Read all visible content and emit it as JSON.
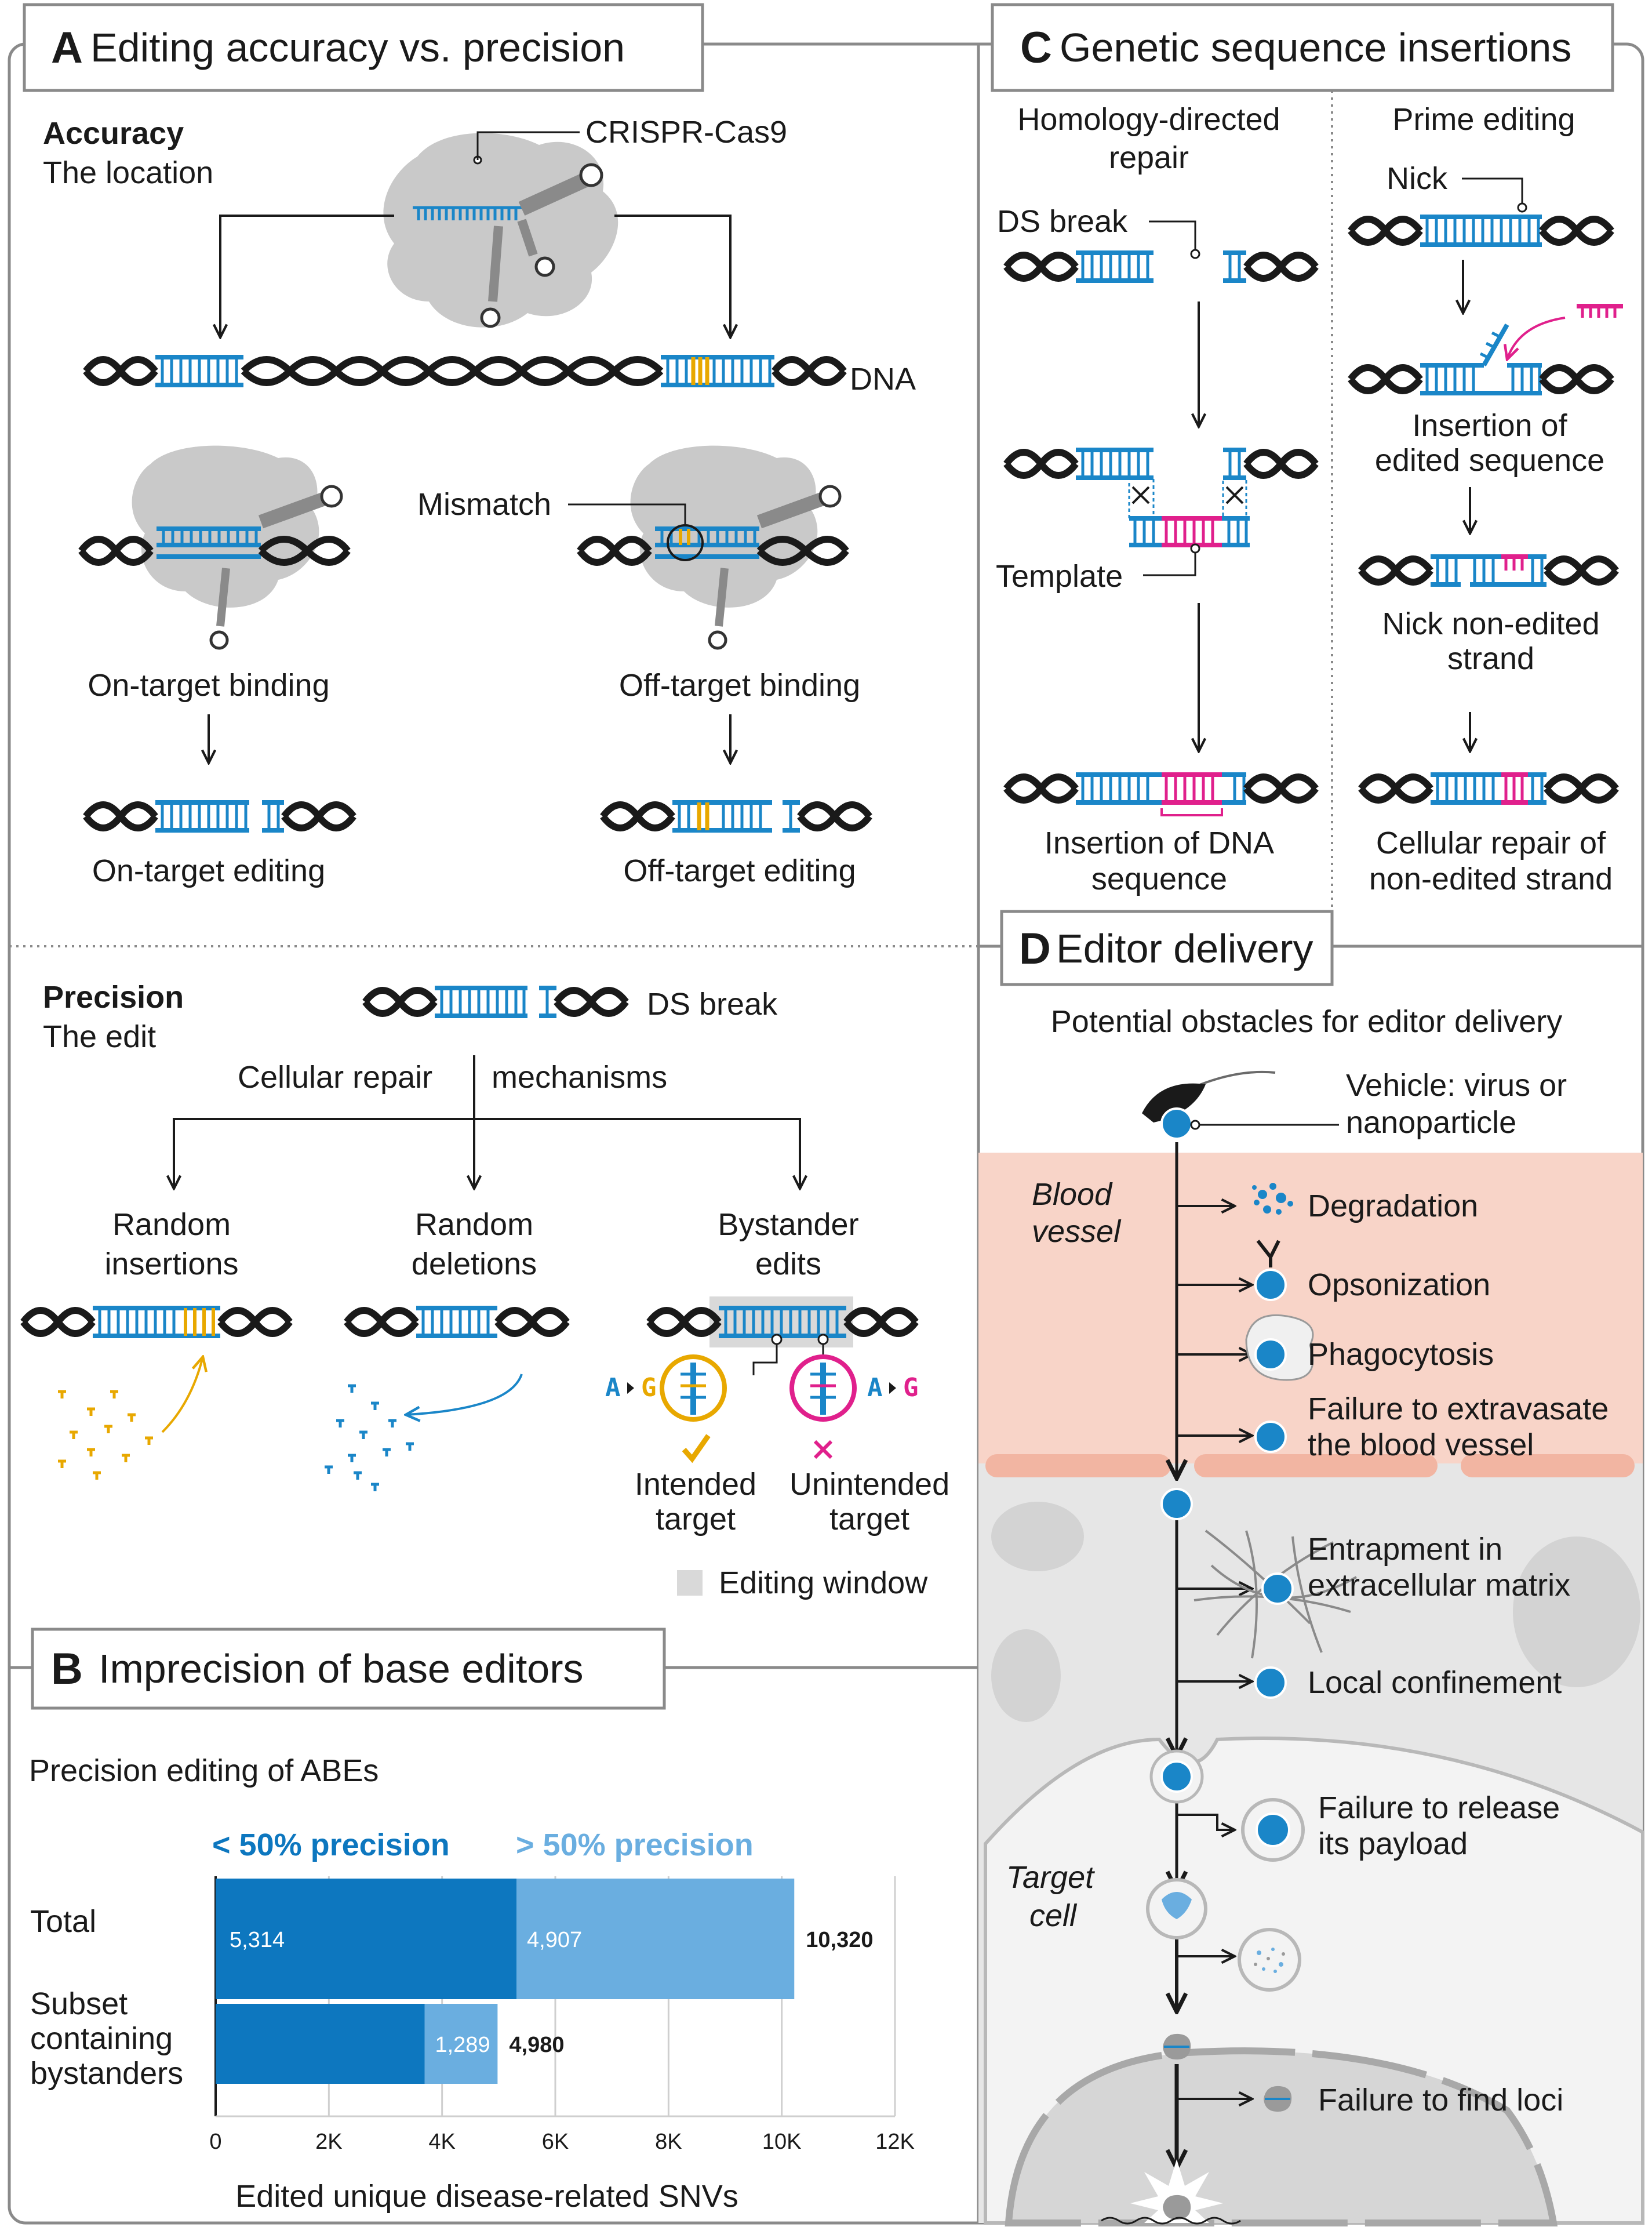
{
  "colors": {
    "blue": "#1a86c8",
    "dark_blue": "#0d77bf",
    "light_blue": "#6aaee0",
    "yellow": "#e8a800",
    "magenta": "#e0208c",
    "grey_protein": "#c9c9c9",
    "blood_bg": "#f8d4c8",
    "tissue_bg": "#e6e6e6",
    "editing_window": "#d9d9d9"
  },
  "panelA": {
    "letter": "A",
    "title": "Editing accuracy vs. precision",
    "accuracy_title": "Accuracy",
    "accuracy_sub": "The location",
    "cas9_label": "CRISPR-Cas9",
    "dna_label": "DNA",
    "mismatch_label": "Mismatch",
    "on_target_binding": "On-target binding",
    "off_target_binding": "Off-target binding",
    "on_target_editing": "On-target editing",
    "off_target_editing": "Off-target editing",
    "precision_title": "Precision",
    "precision_sub": "The edit",
    "ds_break": "DS break",
    "repair_left": "Cellular repair",
    "repair_right": "mechanisms",
    "rand_ins_1": "Random",
    "rand_ins_2": "insertions",
    "rand_del_1": "Random",
    "rand_del_2": "deletions",
    "bystander_1": "Bystander",
    "bystander_2": "edits",
    "base_a": "A",
    "base_g": "G",
    "intended_1": "Intended",
    "intended_2": "target",
    "unintended_1": "Unintended",
    "unintended_2": "target",
    "editing_window": "Editing window"
  },
  "panelB": {
    "letter": "B",
    "title": "Imprecision of base editors",
    "subtitle": "Precision editing of ABEs",
    "legend_low": "< 50% precision",
    "legend_high": "> 50% precision",
    "x_label": "Edited unique disease-related SNVs"
  },
  "chart_data": {
    "type": "bar",
    "orientation": "horizontal",
    "stacked": true,
    "categories": [
      "Total",
      "Subset containing bystanders"
    ],
    "series": [
      {
        "name": "< 50% precision",
        "values": [
          5314,
          3691
        ],
        "color": "#0d77bf"
      },
      {
        "name": "> 50% precision",
        "values": [
          4907,
          1289
        ],
        "color": "#6aaee0"
      }
    ],
    "category_lines": [
      [
        "Total"
      ],
      [
        "Subset",
        "containing",
        "bystanders"
      ]
    ],
    "segment_labels": [
      [
        "5,314",
        "4,907"
      ],
      [
        "",
        "1,289"
      ]
    ],
    "totals": [
      10320,
      4980
    ],
    "total_labels": [
      "10,320",
      "4,980"
    ],
    "xlim": [
      0,
      12000
    ],
    "xticks": [
      0,
      2000,
      4000,
      6000,
      8000,
      10000,
      12000
    ],
    "xtick_labels": [
      "0",
      "2K",
      "4K",
      "6K",
      "8K",
      "10K",
      "12K"
    ],
    "xlabel": "Edited unique disease-related SNVs",
    "grid": true,
    "legend": "top"
  },
  "panelC": {
    "letter": "C",
    "title": "Genetic sequence insertions",
    "hdr_1": "Homology-directed",
    "hdr_2": "repair",
    "ds_break": "DS break",
    "template": "Template",
    "ins_dna_1": "Insertion of DNA",
    "ins_dna_2": "sequence",
    "prime_title": "Prime editing",
    "nick": "Nick",
    "ins_edit_1": "Insertion of",
    "ins_edit_2": "edited sequence",
    "nick_non_1": "Nick non-edited",
    "nick_non_2": "strand",
    "cell_rep_1": "Cellular repair of",
    "cell_rep_2": "non-edited strand"
  },
  "panelD": {
    "letter": "D",
    "title": "Editor delivery",
    "subtitle": "Potential obstacles for editor delivery",
    "vehicle_1": "Vehicle: virus or",
    "vehicle_2": "nanoparticle",
    "blood_1": "Blood",
    "blood_2": "vessel",
    "degradation": "Degradation",
    "opsonization": "Opsonization",
    "phagocytosis": "Phagocytosis",
    "extrav_1": "Failure to extravasate",
    "extrav_2": "the blood vessel",
    "entrap_1": "Entrapment in",
    "entrap_2": "extracellular matrix",
    "local": "Local confinement",
    "release_1": "Failure to release",
    "release_2": "its payload",
    "target_1": "Target",
    "target_2": "cell",
    "find_loci": "Failure to find loci"
  }
}
